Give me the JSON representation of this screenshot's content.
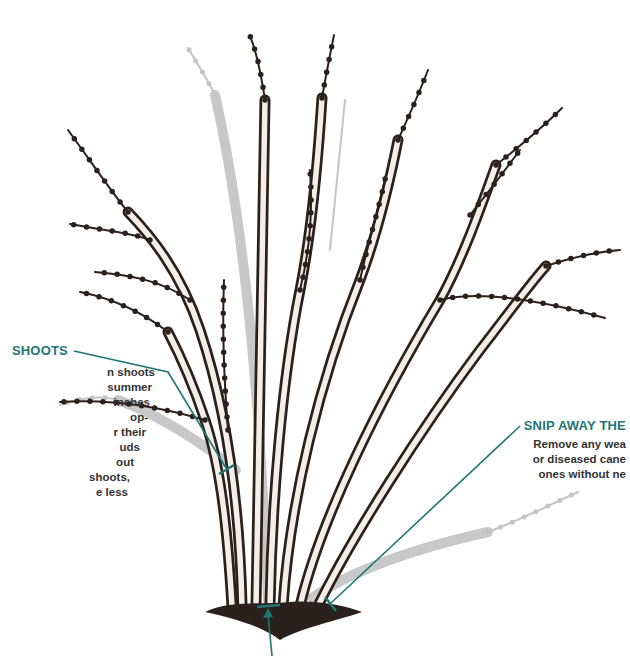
{
  "diagram": {
    "labels": [
      "SHOOTS",
      "n shoots",
      "summer",
      "inches",
      "op-",
      "r their",
      "uds",
      "out",
      "shoots,",
      "e less",
      "SNIP AWAY THE",
      "Remove any wea",
      "or diseased cane",
      "ones without ne"
    ]
  }
}
